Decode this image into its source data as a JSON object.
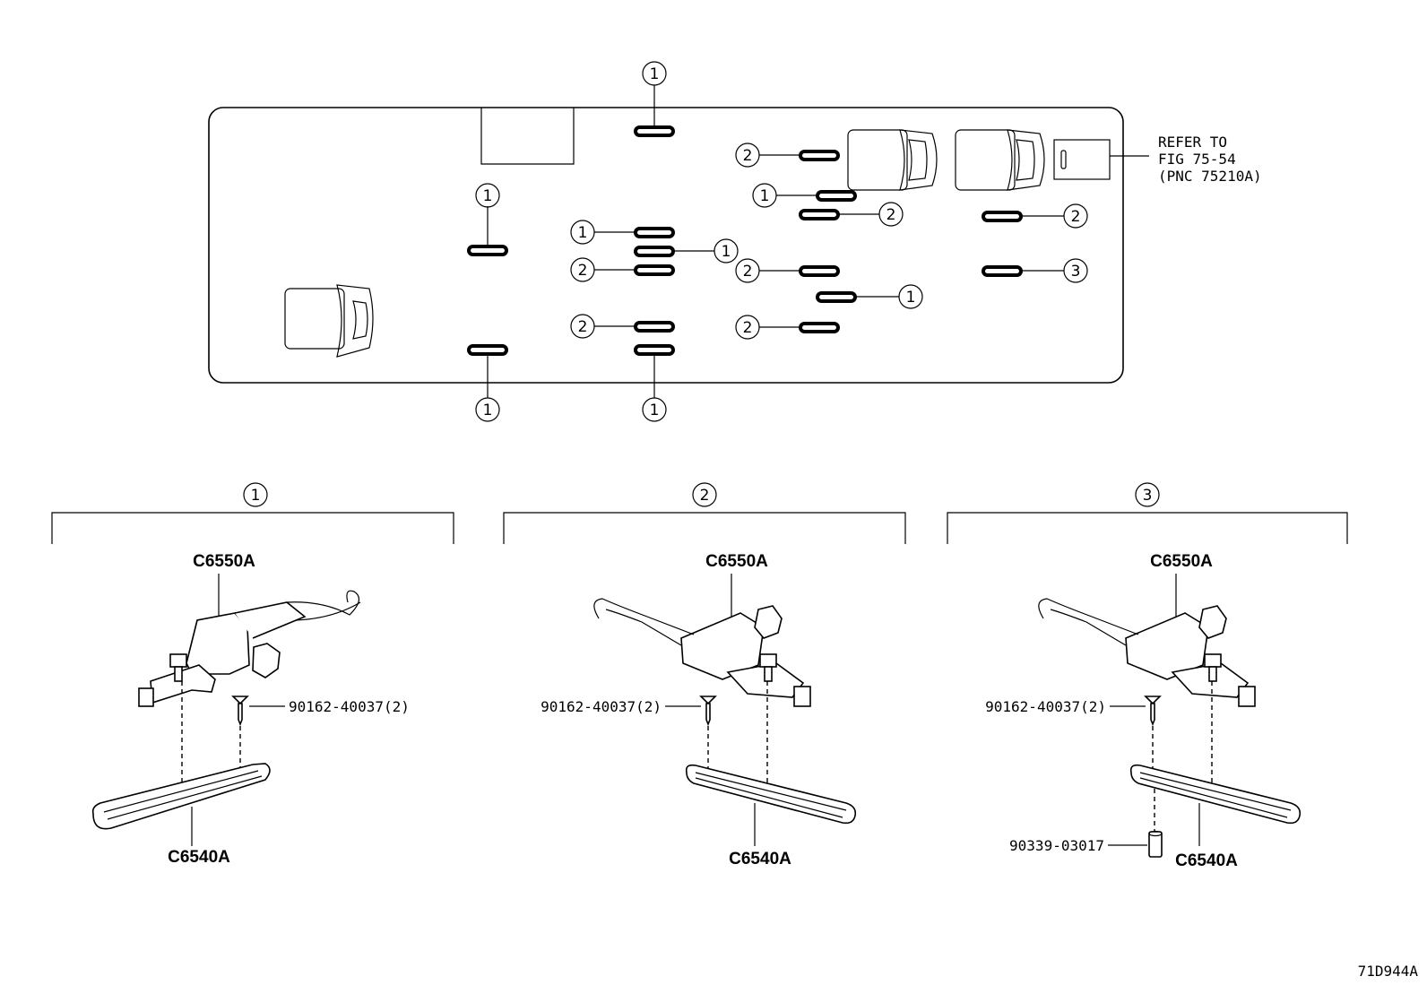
{
  "callout_number": {
    "one": "1",
    "two": "2",
    "three": "3"
  },
  "reference_note": {
    "line1": "REFER TO",
    "line2": "FIG 75-54",
    "line3": "(PNC 75210A)"
  },
  "detail_groups": [
    {
      "number": "1",
      "hook_label": "C6550A",
      "screw_label": "90162-40037(2)",
      "rail_label": "C6540A"
    },
    {
      "number": "2",
      "hook_label": "C6550A",
      "screw_label": "90162-40037(2)",
      "rail_label": "C6540A"
    },
    {
      "number": "3",
      "hook_label": "C6550A",
      "screw_label": "90162-40037(2)",
      "rail_label": "C6540A",
      "spacer_label": "90339-03017"
    }
  ],
  "figure_id": "71D944A"
}
